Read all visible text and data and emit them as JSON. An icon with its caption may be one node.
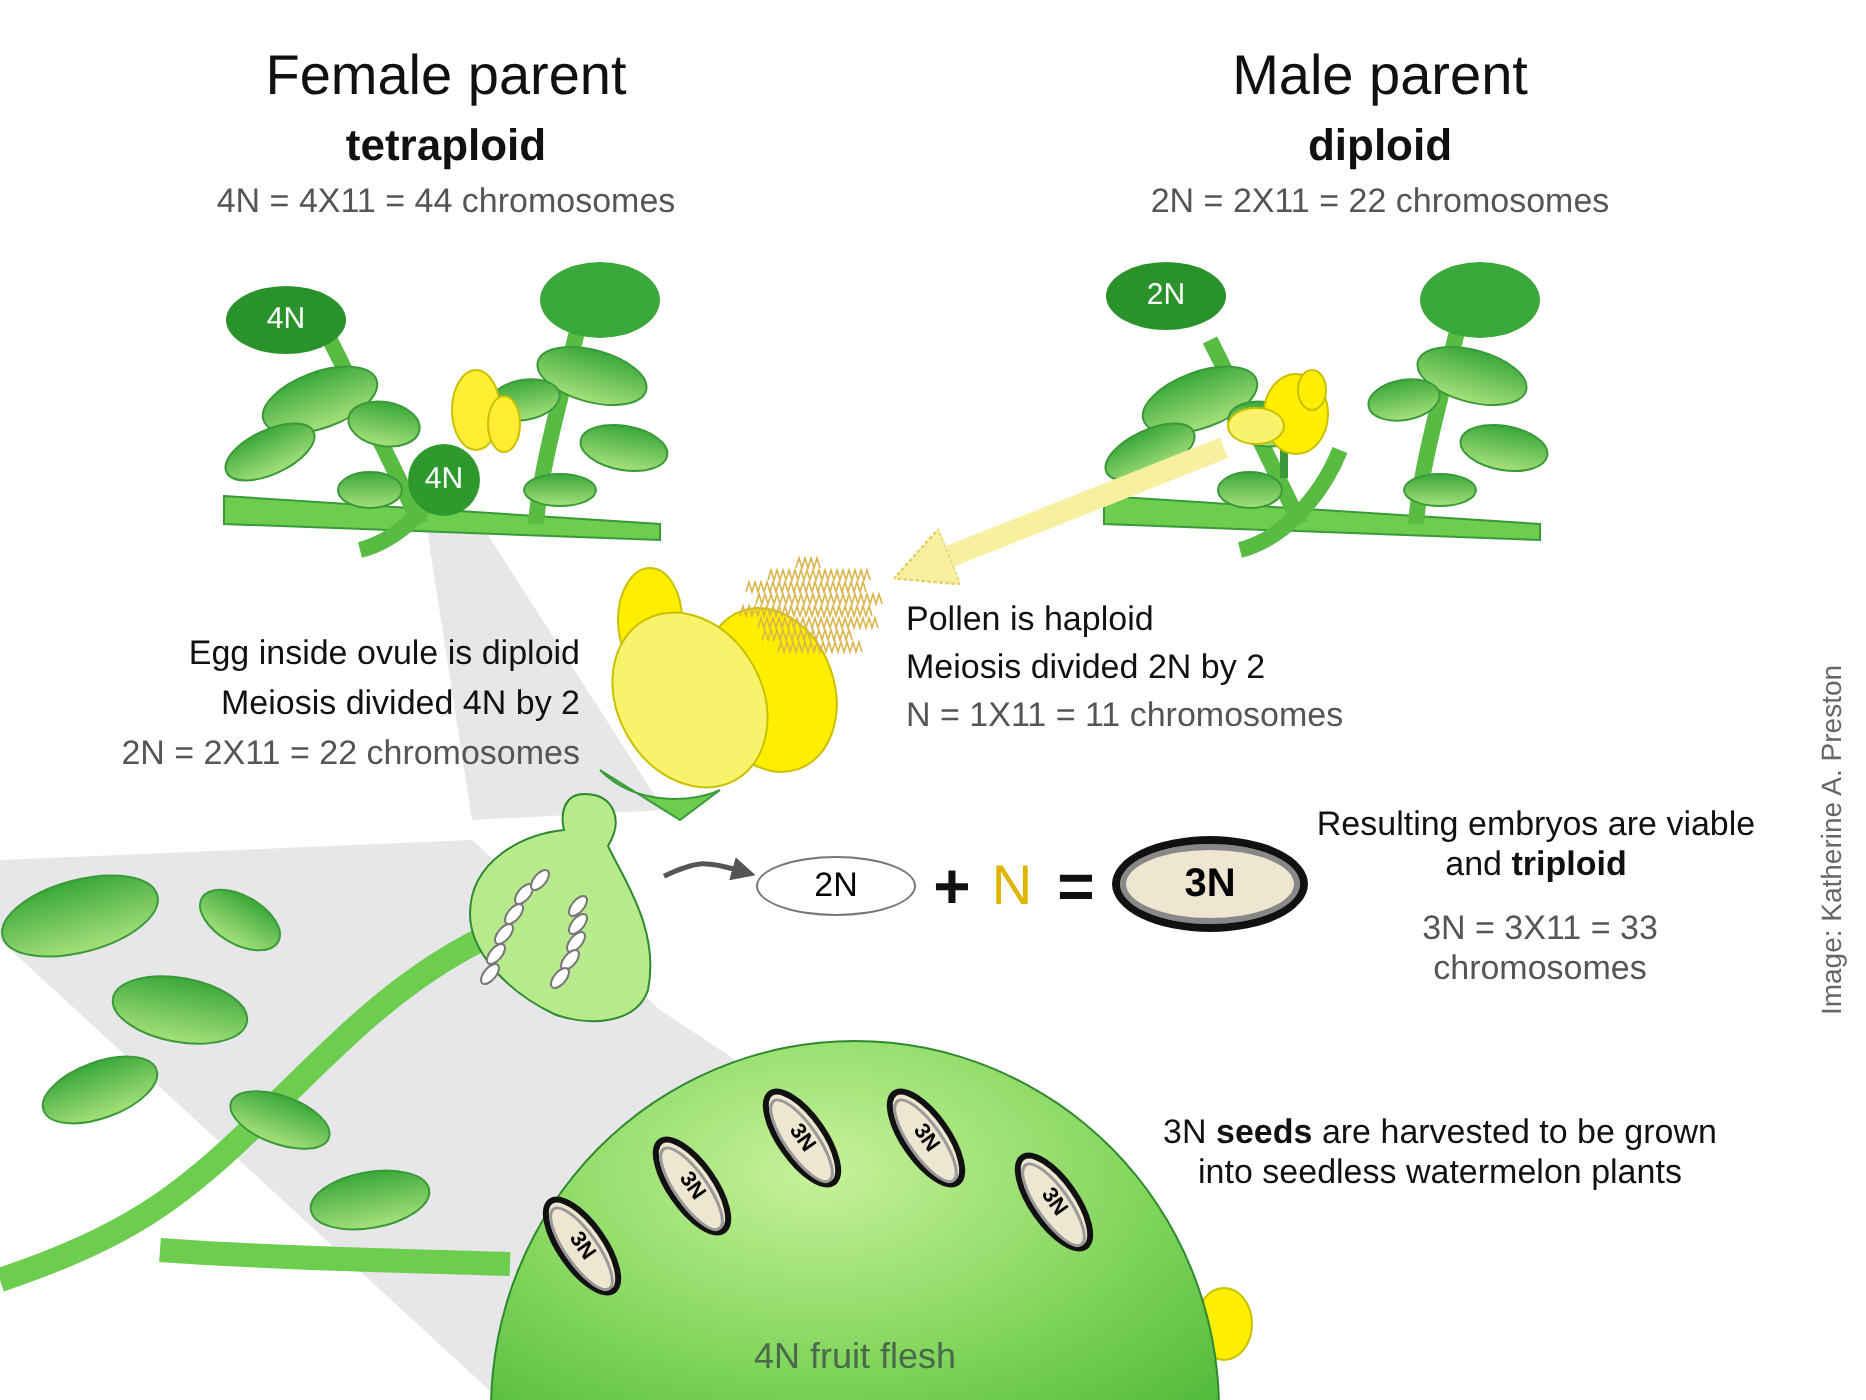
{
  "diagram": {
    "nodes": [
      {
        "text": [],
        "shape": "picture"
      },
      {
        "text": [],
        "shape": "picture"
      },
      {
        "text": [],
        "shape": "picture"
      },
      {
        "text": [
          "2N"
        ]
      },
      {
        "text": [
          "3N"
        ]
      },
      {
        "text": [
          "4N fruit flesh"
        ]
      },
      {
        "text": [
          "3N"
        ],
        "in": 5
      },
      {
        "text": [
          "3N"
        ],
        "in": 5
      },
      {
        "text": [
          "3N"
        ],
        "in": 5
      },
      {
        "text": [
          "3N"
        ],
        "in": 5
      },
      {
        "text": [
          "3N"
        ],
        "in": 5
      }
    ],
    "edges": [
      {
        "from": 0,
        "to": 1,
        "arrow": "to",
        "style": "thick",
        "color": "#f7f0a0"
      },
      {
        "from": 2,
        "to": 3,
        "arrow": "to",
        "color": "#555555"
      }
    ],
    "labels": [
      "Female parent",
      "tetraploid",
      "4N = 4X11 = 44 chromosomes",
      "Male parent",
      "diploid",
      "2N = 2X11 = 22 chromosomes",
      "4N",
      "4N",
      "2N",
      "Egg inside ovule is diploid",
      "Meiosis divided 4N by 2",
      "2N = 2X11 = 22 chromosomes",
      "Pollen is haploid",
      "Meiosis divided 2N by 2",
      "N = 1X11 = 11 chromosomes",
      "+",
      "N",
      "=",
      "Resulting embryos are viable and **triploid**",
      "3N = 3X11 = 33 chromosomes",
      "3N **seeds** are harvested to be grown into seedless watermelon plants",
      "Image: Katherine A. Preston"
    ]
  }
}
